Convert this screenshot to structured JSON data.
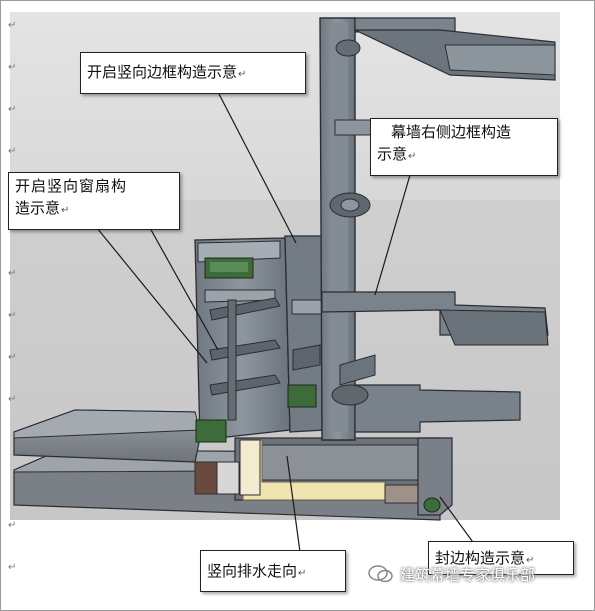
{
  "callouts": {
    "open_mullion_frame": "开启竖向边框构造示意",
    "open_sash_frame_line1": "开启竖向窗扇构",
    "open_sash_frame_line2": "造示意",
    "right_side_frame_line1": "幕墙右侧边框构造",
    "right_side_frame_line2": "示意",
    "drainage_direction": "竖向排水走向",
    "edge_closure": "封边构造示意"
  },
  "paragraph_mark": "↵",
  "watermark": {
    "text": "建筑幕墙专家俱乐部",
    "icon": "wechat-icon"
  },
  "colors": {
    "profile_gray": "#7d858f",
    "profile_dark": "#4a5058",
    "floor_gray": "#8a8f94",
    "backdrop_top": "#e2e2e2",
    "backdrop_bottom": "#bfbfbf",
    "insulation": "#efe3b0",
    "gasket_green": "#3d6b3a"
  }
}
